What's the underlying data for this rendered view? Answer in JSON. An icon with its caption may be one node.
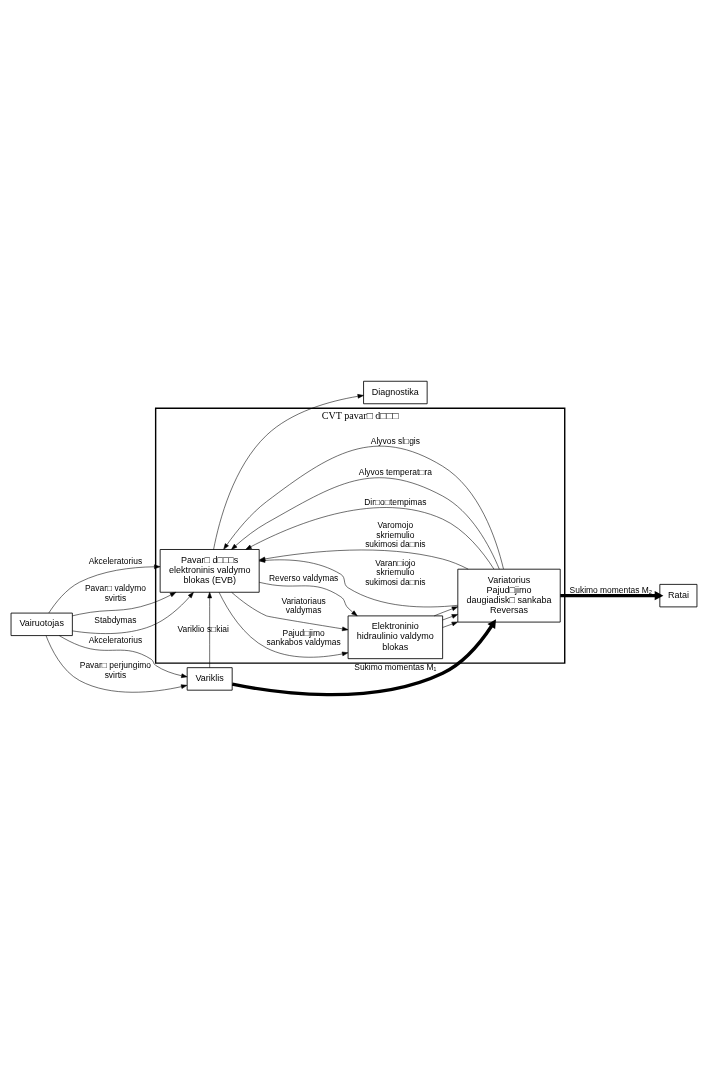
{
  "diagram": {
    "nodes": [
      {
        "text": [
          "Vairuotojas"
        ]
      },
      {
        "text": [
          "Variklis"
        ]
      },
      {
        "text": [
          "CVT pavar□ d□□□"
        ]
      },
      {
        "text": [
          "Pavar□ d□□□s elektroninis valdymo blokas (EVB)"
        ],
        "in": 2
      },
      {
        "text": [
          "Elektroninio hidraulinio valdymo blokas"
        ],
        "in": 2
      },
      {
        "text": [
          "Variatorius",
          "Pajud□jimo daugiadisk□ sankaba",
          "Reversas"
        ],
        "in": 2
      },
      {
        "text": [
          "Diagnostika"
        ]
      },
      {
        "text": [
          "Ratai"
        ]
      }
    ],
    "edges": [
      {
        "from": 0,
        "to": 1,
        "arrow": "to",
        "label": "Akceleratorius"
      },
      {
        "from": 0,
        "to": 1,
        "arrow": "to",
        "label": "Pavar□ perjungimo svirtis"
      },
      {
        "from": 0,
        "to": 3,
        "arrow": "to",
        "label": "Akceleratorius"
      },
      {
        "from": 0,
        "to": 3,
        "arrow": "to",
        "label": "Pavar□ valdymo svirtis"
      },
      {
        "from": 0,
        "to": 3,
        "arrow": "to",
        "label": "Stabdymas"
      },
      {
        "from": 1,
        "to": 3,
        "arrow": "to",
        "label": "Variklio s□kiai"
      },
      {
        "from": 1,
        "to": 5,
        "arrow": "to",
        "label": "Sukimo momentas M₁",
        "style": "thick"
      },
      {
        "from": 3,
        "to": 4,
        "arrow": "to",
        "label": "Pajud□jimo sankabos valdymas"
      },
      {
        "from": 3,
        "to": 4,
        "arrow": "to",
        "label": "Variatoriaus valdymas"
      },
      {
        "from": 3,
        "to": 4,
        "arrow": "to",
        "label": "Reverso valdymas"
      },
      {
        "from": 4,
        "to": 5,
        "arrow": "to"
      },
      {
        "from": 4,
        "to": 5,
        "arrow": "to"
      },
      {
        "from": 4,
        "to": 5,
        "arrow": "to"
      },
      {
        "from": 5,
        "to": 3,
        "arrow": "to",
        "label": "Varan□iojo skriemulio sukimosi da□nis"
      },
      {
        "from": 5,
        "to": 3,
        "arrow": "to",
        "label": "Varomojo skriemulio sukimosi da□nis"
      },
      {
        "from": 5,
        "to": 3,
        "arrow": "to",
        "label": "Dir□o□tempimas"
      },
      {
        "from": 5,
        "to": 3,
        "arrow": "to",
        "label": "Alyvos temperat□ra"
      },
      {
        "from": 5,
        "to": 3,
        "arrow": "to",
        "label": "Alyvos sl□gis"
      },
      {
        "from": 3,
        "to": 6,
        "arrow": "to"
      },
      {
        "from": 5,
        "to": 7,
        "arrow": "to",
        "label": "Sukimo momentas M₂",
        "style": "thick"
      }
    ]
  }
}
